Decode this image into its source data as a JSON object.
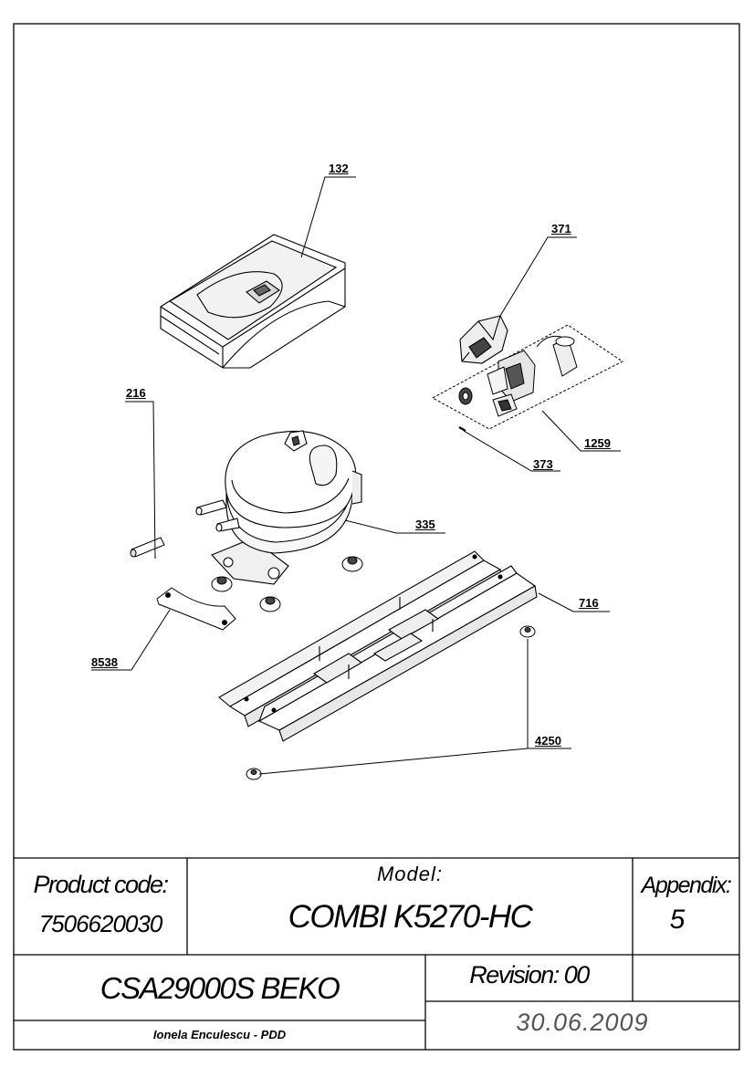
{
  "parts": {
    "p132": "132",
    "p371": "371",
    "p216": "216",
    "p1259": "1259",
    "p373": "373",
    "p335": "335",
    "p716": "716",
    "p8538": "8538",
    "p4250": "4250"
  },
  "title_block": {
    "product_code_label": "Product code:",
    "product_code": "7506620030",
    "model_label": "Model:",
    "model": "COMBI K5270-HC",
    "appendix_label": "Appendix:",
    "appendix": "5",
    "product_name": "CSA29000S BEKO",
    "revision": "Revision: 00",
    "author": "Ionela Enculescu - PDD",
    "date": "30.06.2009"
  }
}
